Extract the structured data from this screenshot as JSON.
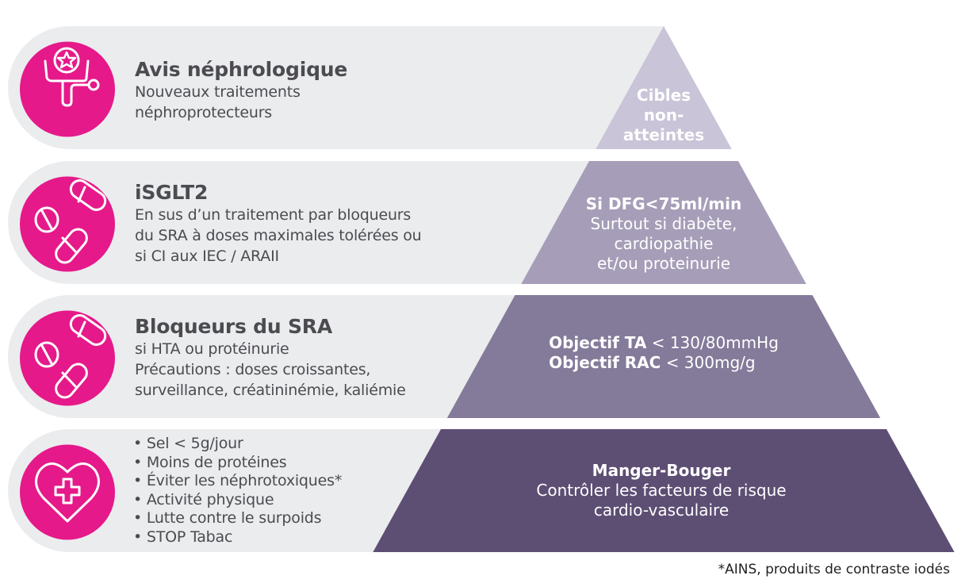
{
  "colors": {
    "band": "#ebecee",
    "pink": "#e5198a",
    "level1": "#c9c4d7",
    "level2": "#a69eb8",
    "level3": "#847a9a",
    "level4": "#5d4e74"
  },
  "levels": [
    {
      "title": "Avis néphrologique",
      "lines": [
        "Nouveaux traitements",
        "néphroprotecteurs"
      ],
      "icon": "stethoscope-icon",
      "pyramid": {
        "bold": [
          "Cibles",
          "non-",
          "atteintes"
        ],
        "lines": []
      }
    },
    {
      "title": "iSGLT2",
      "lines": [
        "En sus d’un traitement par bloqueurs",
        "du SRA à doses maximales tolérées ou",
        "si CI aux IEC / ARAII"
      ],
      "icon": "pills-icon",
      "pyramid": {
        "bold": [
          "Si DFG<75ml/min"
        ],
        "lines": [
          "Surtout si diabète,",
          "cardiopathie",
          "et/ou proteinurie"
        ]
      }
    },
    {
      "title": "Bloqueurs du SRA",
      "lines": [
        "si HTA ou protéinurie",
        "Précautions : doses croissantes,",
        "surveillance, créatininémie, kaliémie"
      ],
      "icon": "pills-icon",
      "pyramid": {
        "rows": [
          {
            "bold": "Objectif TA",
            "rest": " < 130/80mmHg"
          },
          {
            "bold": "Objectif RAC",
            "rest": " < 300mg/g"
          }
        ]
      }
    },
    {
      "title": "",
      "lines": [
        "• Sel < 5g/jour",
        "• Moins de protéines",
        "• Éviter les néphrotoxiques*",
        "• Activité physique",
        "• Lutte contre le surpoids",
        "• STOP Tabac"
      ],
      "icon": "heart-cross-icon",
      "pyramid": {
        "bold": [
          "Manger-Bouger"
        ],
        "lines": [
          "Contrôler les facteurs de risque",
          "cardio-vasculaire"
        ]
      }
    }
  ],
  "footnote": "*AINS, produits de contraste iodés"
}
